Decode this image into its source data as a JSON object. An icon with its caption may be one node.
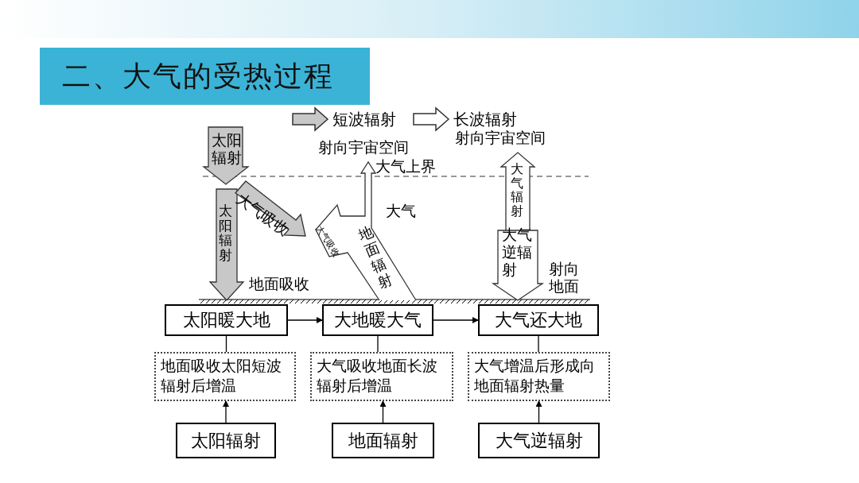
{
  "diagram": {
    "title": "二、大气的受热过程",
    "nodes": [
      {
        "text": [
          "太阳暖大地"
        ]
      },
      {
        "text": [
          "大地暖大气"
        ]
      },
      {
        "text": [
          "大气还大地"
        ]
      },
      {
        "text": [
          "地面吸收太阳短波辐射后增温"
        ]
      },
      {
        "text": [
          "大气吸收地面长波辐射后增温"
        ]
      },
      {
        "text": [
          "大气增温后形成向地面辐射热量"
        ]
      },
      {
        "text": [
          "太阳辐射"
        ]
      },
      {
        "text": [
          "地面辐射"
        ]
      },
      {
        "text": [
          "大气逆辐射"
        ]
      }
    ],
    "edges": [
      {
        "from": 0,
        "to": 1,
        "arrow": "to"
      },
      {
        "from": 1,
        "to": 2,
        "arrow": "to"
      },
      {
        "from": 0,
        "to": 3,
        "arrow": "none"
      },
      {
        "from": 1,
        "to": 4,
        "arrow": "none"
      },
      {
        "from": 2,
        "to": 5,
        "arrow": "none"
      },
      {
        "from": 6,
        "to": 3,
        "arrow": "to"
      },
      {
        "from": 7,
        "to": 4,
        "arrow": "to"
      },
      {
        "from": 8,
        "to": 5,
        "arrow": "to"
      }
    ],
    "labels": [
      "射向宇宙空间",
      "射向宇宙空间",
      "太阳辐射",
      "大气上界",
      "大气吸收",
      "太阳辐射",
      "大气",
      "大气吸收",
      "地面辐射",
      "大气辐射",
      "大气逆辐射",
      "射向地面",
      "地面吸收"
    ],
    "legend": [
      {
        "text": "短波辐射"
      },
      {
        "text": "长波辐射"
      }
    ]
  }
}
